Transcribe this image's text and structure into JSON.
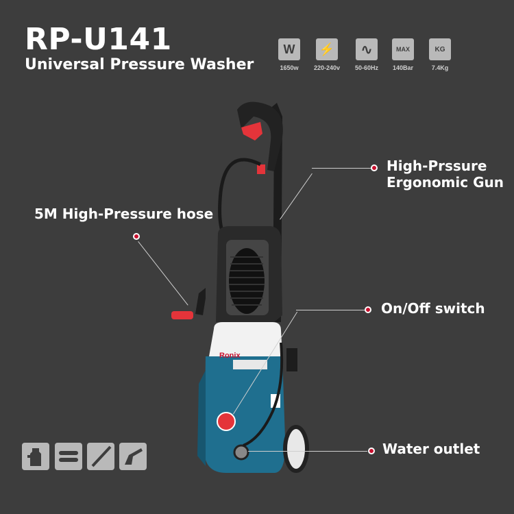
{
  "header": {
    "model": "RP-U141",
    "product": "Universal Pressure Washer"
  },
  "specs": [
    {
      "icon": "watt-icon",
      "symbol": "W",
      "label": "1650w"
    },
    {
      "icon": "lightning-icon",
      "symbol": "⚡",
      "label": "220-240v"
    },
    {
      "icon": "frequency-icon",
      "symbol": "∿",
      "label": "50-60Hz"
    },
    {
      "icon": "max-pressure-icon",
      "symbol": "MAX",
      "label": "140Bar"
    },
    {
      "icon": "weight-icon",
      "symbol": "KG",
      "label": "7.4Kg"
    }
  ],
  "callouts": {
    "gun_line1": "High-Prssure",
    "gun_line2": "Ergonomic Gun",
    "hose": "5M High-Pressure hose",
    "switch": "On/Off switch",
    "outlet": "Water outlet"
  },
  "product_labels": {
    "brand": "Ronix"
  },
  "accessories": [
    {
      "name": "detergent-bottle-icon"
    },
    {
      "name": "nozzles-icon"
    },
    {
      "name": "lance-icon"
    },
    {
      "name": "spray-gun-icon"
    }
  ],
  "colors": {
    "background": "#3d3d3d",
    "accent": "#c8102e",
    "body_blue": "#1f6f8f",
    "icon_gray": "#b9b9b9"
  }
}
